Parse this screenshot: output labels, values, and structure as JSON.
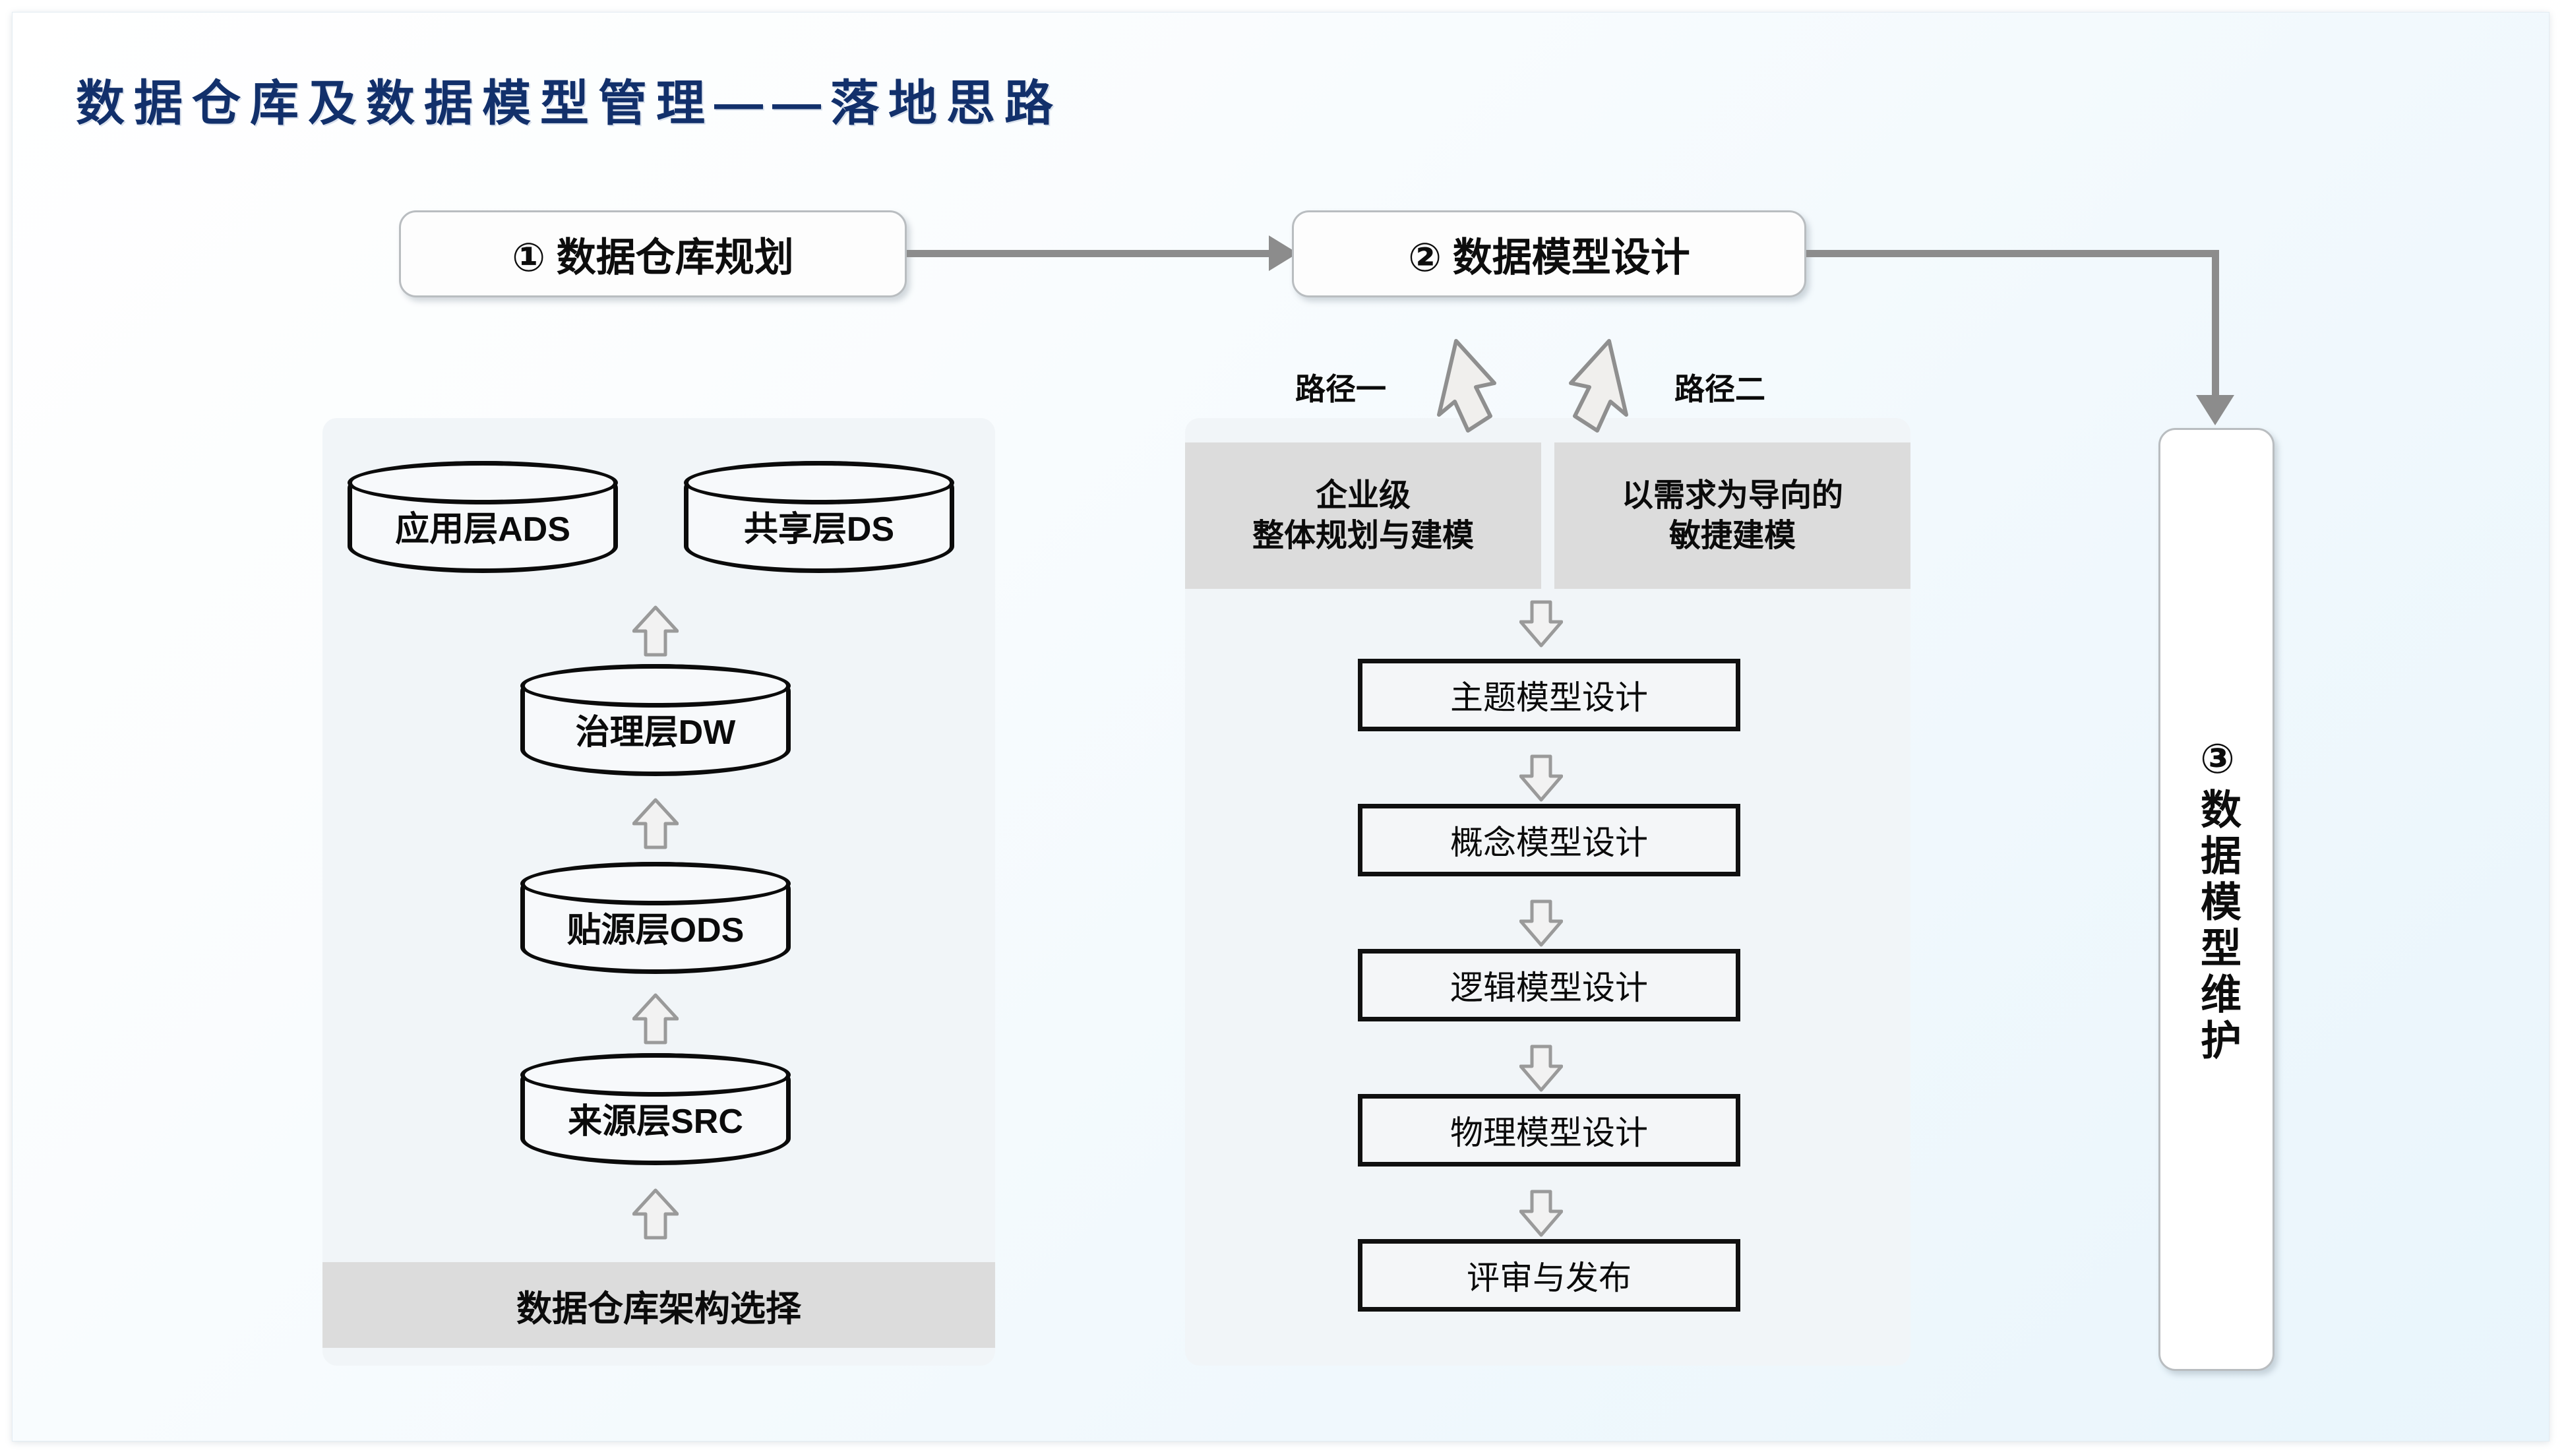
{
  "title": "数据仓库及数据模型管理——落地思路",
  "colors": {
    "title": "#12306b",
    "panel_bg": "#f1f5f8",
    "gray_box": "#dcdcdc",
    "connector": "#8c8c8c",
    "box_border": "#101010",
    "page_bg_start": "#ffffff",
    "page_bg_end": "#e9f5fc"
  },
  "flow": {
    "step1": "① 数据仓库规划",
    "step2": "② 数据模型设计",
    "step3": "③数据模型维护"
  },
  "warehouse": {
    "layers": [
      {
        "label": "应用层ADS"
      },
      {
        "label": "共享层DS"
      },
      {
        "label": "治理层DW"
      },
      {
        "label": "贴源层ODS"
      },
      {
        "label": "来源层SRC"
      }
    ],
    "footer": "数据仓库架构选择"
  },
  "modeling": {
    "path_labels": [
      "路径一",
      "路径二"
    ],
    "approaches": [
      {
        "line1": "企业级",
        "line2": "整体规划与建模"
      },
      {
        "line1": "以需求为导向的",
        "line2": "敏捷建模"
      }
    ],
    "steps": [
      {
        "label": "主题模型设计"
      },
      {
        "label": "概念模型设计"
      },
      {
        "label": "逻辑模型设计"
      },
      {
        "label": "物理模型设计"
      },
      {
        "label": "评审与发布"
      }
    ]
  }
}
